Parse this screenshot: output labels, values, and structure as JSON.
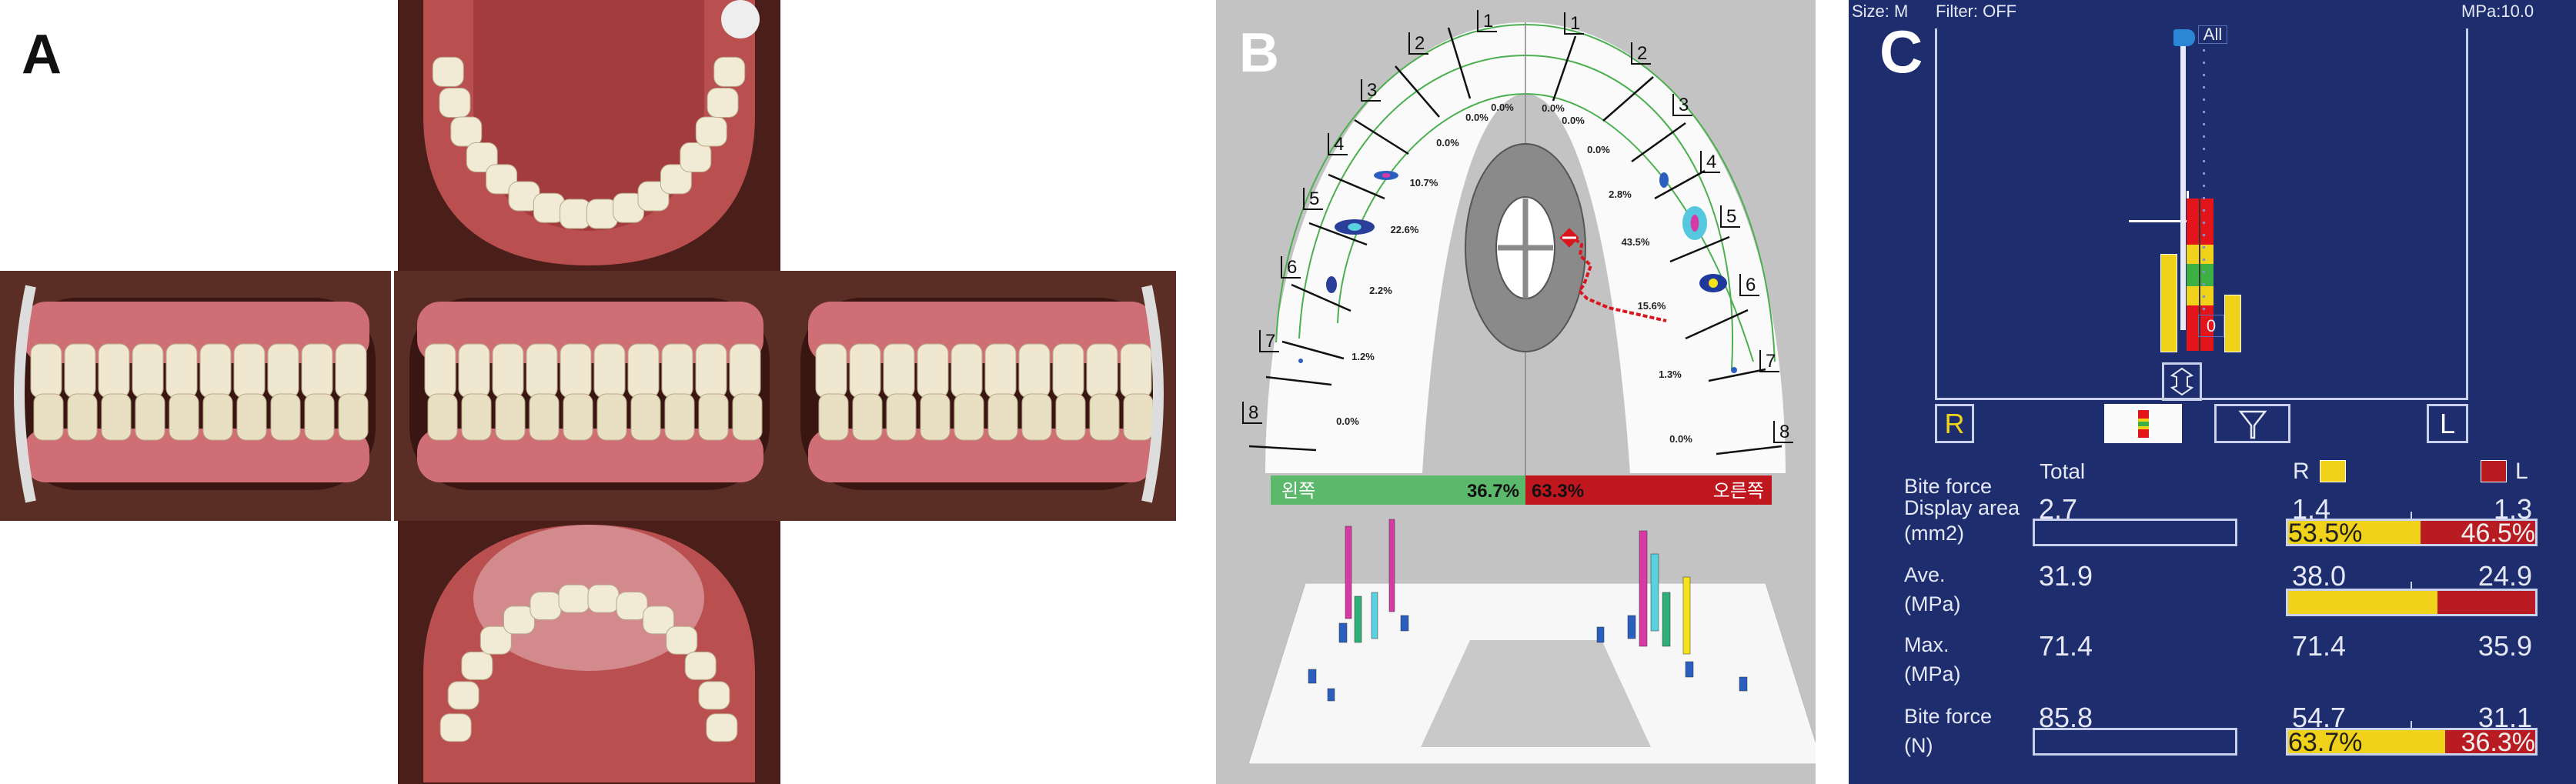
{
  "panel_a": {
    "letter": "A"
  },
  "panel_b": {
    "letter": "B",
    "tooth_numbers_left": [
      "1",
      "2",
      "3",
      "4",
      "5",
      "6",
      "7",
      "8"
    ],
    "tooth_numbers_right": [
      "1",
      "2",
      "3",
      "4",
      "5",
      "6",
      "7",
      "8"
    ],
    "percent_left": [
      "0.0%",
      "0.0%",
      "0.0%",
      "10.7%",
      "22.6%",
      "2.2%",
      "1.2%",
      "0.0%"
    ],
    "percent_right": [
      "0.0%",
      "0.0%",
      "0.0%",
      "2.8%",
      "43.5%",
      "15.6%",
      "1.3%",
      "0.0%"
    ],
    "left_side": {
      "label": "왼쪽",
      "percent": "36.7%",
      "value": 36.7,
      "color": "#5cb86a"
    },
    "right_side": {
      "label": "오른쪽",
      "percent": "63.3%",
      "value": 63.3,
      "color": "#c0161e"
    }
  },
  "panel_c": {
    "letter": "C",
    "size_label": "Size: M",
    "filter_label": "Filter: OFF",
    "mpa_label": "MPa:10.0",
    "slider_top_label": "All",
    "slider_bottom_label": "0",
    "button_r": "R",
    "button_l": "L",
    "col_total": "Total",
    "col_r": "R",
    "col_l": "L",
    "colors": {
      "background": "#1d2d6e",
      "right": "#f0d21a",
      "left": "#b81c22"
    },
    "rows": [
      {
        "label1": "Bite force",
        "label2": "Display area",
        "label3": "(mm2)",
        "total": "2.7",
        "r": "1.4",
        "l": "1.3",
        "r_pct": "53.5%",
        "l_pct": "46.5%",
        "r_share": 53.5,
        "show_total_box": true,
        "show_pct": true
      },
      {
        "label1": "Ave.",
        "label2": "(MPa)",
        "total": "31.9",
        "r": "38.0",
        "l": "24.9",
        "r_share": 60.4,
        "show_total_box": false,
        "show_pct": false
      },
      {
        "label1": "Max.",
        "label2": "(MPa)",
        "total": "71.4",
        "r": "71.4",
        "l": "35.9"
      },
      {
        "label1": "Bite force",
        "label2": "(N)",
        "total": "85.8",
        "r": "54.7",
        "l": "31.1",
        "r_pct": "63.7%",
        "l_pct": "36.3%",
        "r_share": 63.7,
        "show_total_box": true,
        "show_pct": true
      }
    ]
  }
}
